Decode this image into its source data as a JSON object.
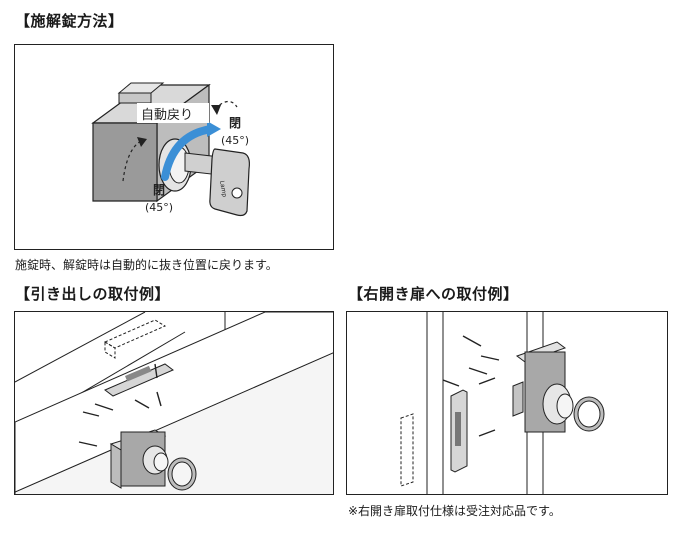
{
  "section1": {
    "title": "【施解錠方法】",
    "label_auto_return": "自動戻り",
    "label_close": "閉",
    "label_close_angle": "(45°)",
    "label_open": "閉",
    "label_open_angle": "(45°)",
    "key_brand": "Lamp",
    "caption": "施錠時、解錠時は自動的に抜き位置に戻ります。"
  },
  "section2": {
    "title": "【引き出しの取付例】"
  },
  "section3": {
    "title": "【右開き扉への取付例】",
    "note": "※右開き扉取付仕様は受注対応品です。"
  }
}
